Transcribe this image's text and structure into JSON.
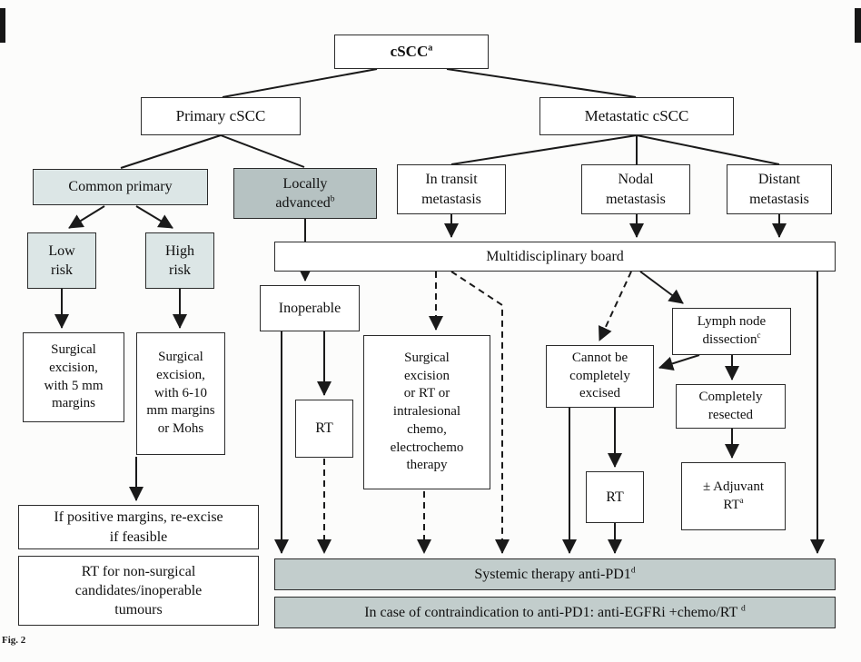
{
  "diagram": {
    "nodes": {
      "cscc": {
        "label": "cSCC",
        "sup": "a"
      },
      "primary": {
        "label": "Primary cSCC"
      },
      "metastatic": {
        "label": "Metastatic cSCC"
      },
      "common_primary": {
        "label": "Common primary"
      },
      "locally_advanced": {
        "label": "Locally\nadvanced",
        "sup": "b"
      },
      "in_transit": {
        "label": "In transit\nmetastasis"
      },
      "nodal": {
        "label": "Nodal\nmetastasis"
      },
      "distant": {
        "label": "Distant\nmetastasis"
      },
      "low_risk": {
        "label": "Low\nrisk"
      },
      "high_risk": {
        "label": "High\nrisk"
      },
      "board": {
        "label": "Multidisciplinary board"
      },
      "inoperable": {
        "label": "Inoperable"
      },
      "surg_5mm": {
        "label": "Surgical\nexcision,\nwith 5 mm\nmargins"
      },
      "surg_6_10mm": {
        "label": "Surgical\nexcision,\nwith 6-10\nmm margins\nor Mohs"
      },
      "surg_rt_chemo": {
        "label": "Surgical\nexcision\nor RT or\nintralesional\nchemo,\nelectrochemo\ntherapy"
      },
      "lymph_node_dissection": {
        "label": "Lymph node\ndissection",
        "sup": "c"
      },
      "cannot_excised": {
        "label": "Cannot be\ncompletely\nexcised"
      },
      "rt_inoperable": {
        "label": "RT"
      },
      "completely_resected": {
        "label": "Completely\nresected"
      },
      "rt_nodal": {
        "label": "RT"
      },
      "adjuvant_rt": {
        "label": "± Adjuvant\nRT",
        "sup": "a"
      },
      "reexcise": {
        "label": "If positive margins, re-excise\nif feasible"
      },
      "rt_nonsurgical": {
        "label": "RT for non-surgical\ncandidates/inoperable\ntumours"
      },
      "systemic_therapy": {
        "label": "Systemic therapy anti-PD1",
        "sup": "d"
      },
      "contraindication": {
        "label": "In case of contraindication to anti-PD1: anti-EGFRi +chemo/RT ",
        "sup": "d"
      }
    },
    "caption_fragment": "Fig. 2",
    "colors": {
      "light_fill": "#dce6e6",
      "dark_fill": "#b6c2c2",
      "bottom_fill": "#c2cdcc",
      "border": "#2b2b2b",
      "line": "#1a1a1a"
    }
  }
}
